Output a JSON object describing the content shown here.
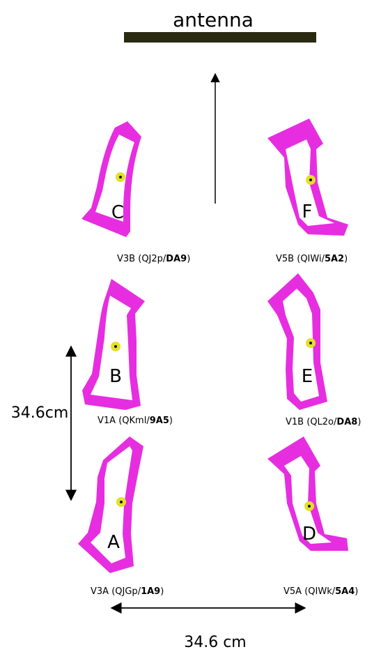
{
  "antenna": {
    "label": "antenna",
    "bar_color": "#2a2a12"
  },
  "colors": {
    "outline": "#e62ee0",
    "outline_dark": "#c020c0",
    "marker_fill": "#e3e02a",
    "marker_dot": "#111111"
  },
  "dimensions": {
    "vertical": "34.6cm",
    "horizontal": "34.6 cm"
  },
  "shapes": [
    {
      "letter": "C",
      "id": "V3B",
      "code": "QJ2p",
      "bold": "DA9"
    },
    {
      "letter": "F",
      "id": "V5B",
      "code": "QIWi",
      "bold": "5A2"
    },
    {
      "letter": "B",
      "id": "V1A",
      "code": "QKml",
      "bold": "9A5"
    },
    {
      "letter": "E",
      "id": "V1B",
      "code": "QL2o",
      "bold": "DA8"
    },
    {
      "letter": "A",
      "id": "V3A",
      "code": "QJGp",
      "bold": "1A9"
    },
    {
      "letter": "D",
      "id": "V5A",
      "code": "QIWk",
      "bold": "5A4"
    }
  ]
}
